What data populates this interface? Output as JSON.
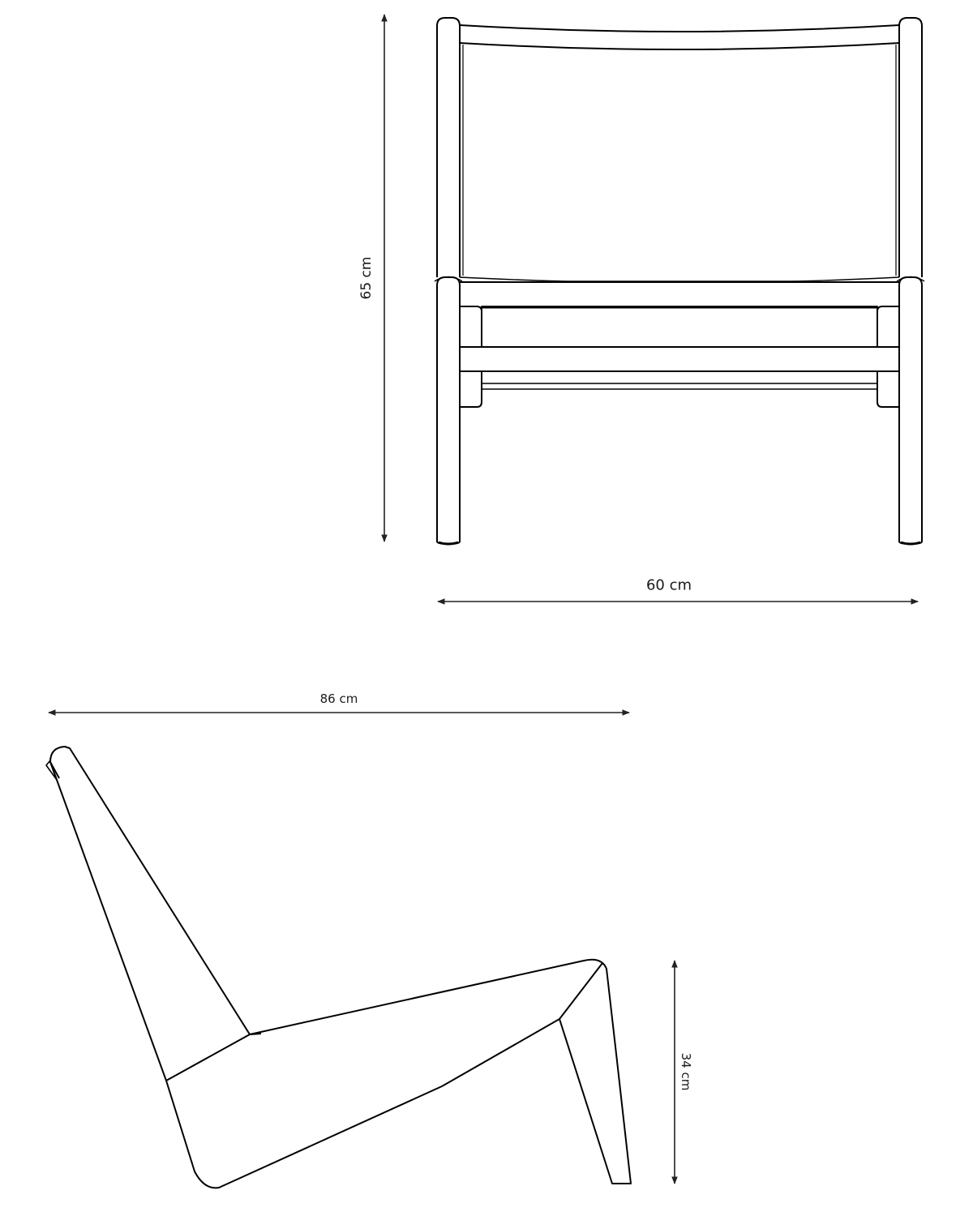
{
  "diagram": {
    "subject": "Chair dimension drawing",
    "views": [
      {
        "name": "front-view",
        "description": "Front elevation of chair with frame, back rail, seat rails"
      },
      {
        "name": "side-view",
        "description": "Side profile of low lounge chair"
      }
    ],
    "colors": {
      "line": "#000000",
      "dimension_line": "#222222",
      "background": "#ffffff"
    }
  },
  "dimensions": {
    "height": {
      "label": "65 cm",
      "value": 65,
      "unit": "cm",
      "orientation": "vertical",
      "view": "front"
    },
    "width": {
      "label": "60 cm",
      "value": 60,
      "unit": "cm",
      "orientation": "horizontal",
      "view": "front"
    },
    "depth": {
      "label": "86 cm",
      "value": 86,
      "unit": "cm",
      "orientation": "horizontal",
      "view": "side"
    },
    "seat_height": {
      "label": "34 cm",
      "value": 34,
      "unit": "cm",
      "orientation": "vertical",
      "view": "side"
    }
  }
}
